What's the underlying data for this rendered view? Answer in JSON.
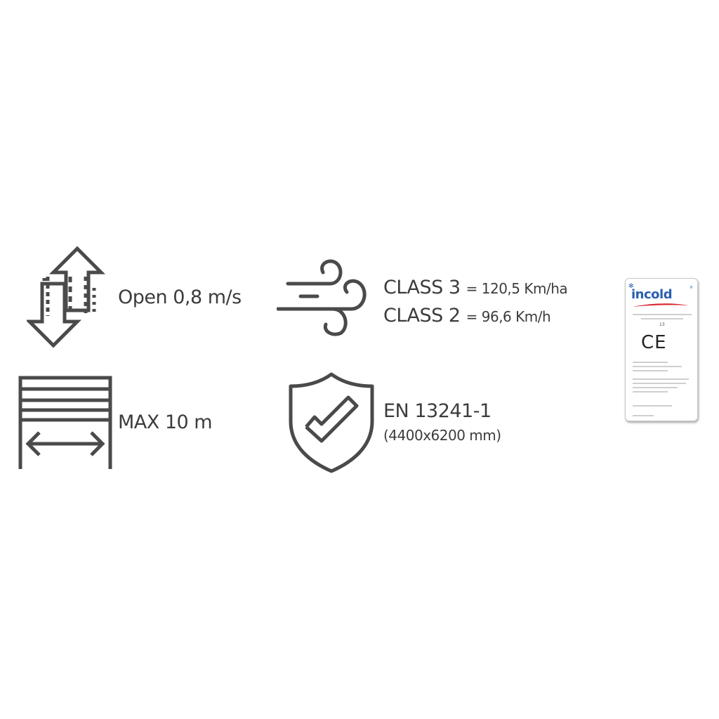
{
  "features": {
    "speed": {
      "text": "Open 0,8 m/s",
      "icon": "up-down-arrows-icon"
    },
    "width": {
      "text": "MAX 10 m",
      "icon": "door-width-icon"
    },
    "wind": {
      "icon": "wind-icon",
      "class3": {
        "label": "CLASS 3",
        "value": "= 120,5 Km/ha"
      },
      "class2": {
        "label": "CLASS 2",
        "value": "= 96,6 Km/h"
      }
    },
    "standard": {
      "icon": "shield-check-icon",
      "title": "EN 13241-1",
      "dimensions": "(4400x6200 mm)"
    }
  },
  "label": {
    "brand": "incold",
    "mark": "CE",
    "year": "13"
  },
  "colors": {
    "icon": "#4a4a4a",
    "text": "#3c3c3c",
    "brand": "#2a5fb0",
    "swoosh": "#d8232a"
  }
}
